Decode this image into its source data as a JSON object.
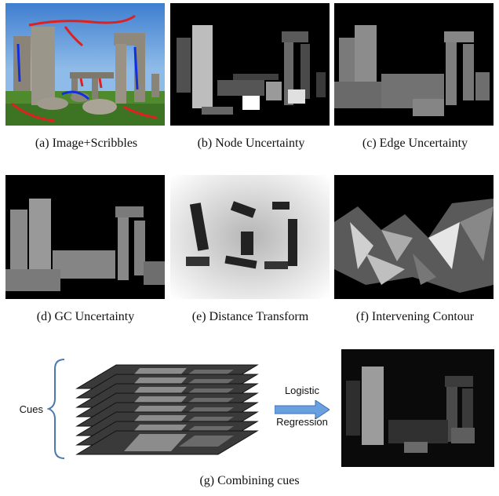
{
  "row1": {
    "captions": [
      "(a) Image+Scribbles",
      "(b) Node Uncertainty",
      "(c) Edge Uncertainty"
    ]
  },
  "row2": {
    "captions": [
      "(d) GC Uncertainty",
      "(e) Distance Transform",
      "(f) Intervening Contour"
    ]
  },
  "combine": {
    "cues_label": "Cues",
    "arrow_label_top": "Logistic",
    "arrow_label_bottom": "Regression",
    "caption": "(g) Combining cues"
  },
  "colors": {
    "scribble_red": "#e02020",
    "scribble_blue": "#1030e0",
    "bracket": "#4a78b0",
    "arrow": "#6aa0e0"
  }
}
